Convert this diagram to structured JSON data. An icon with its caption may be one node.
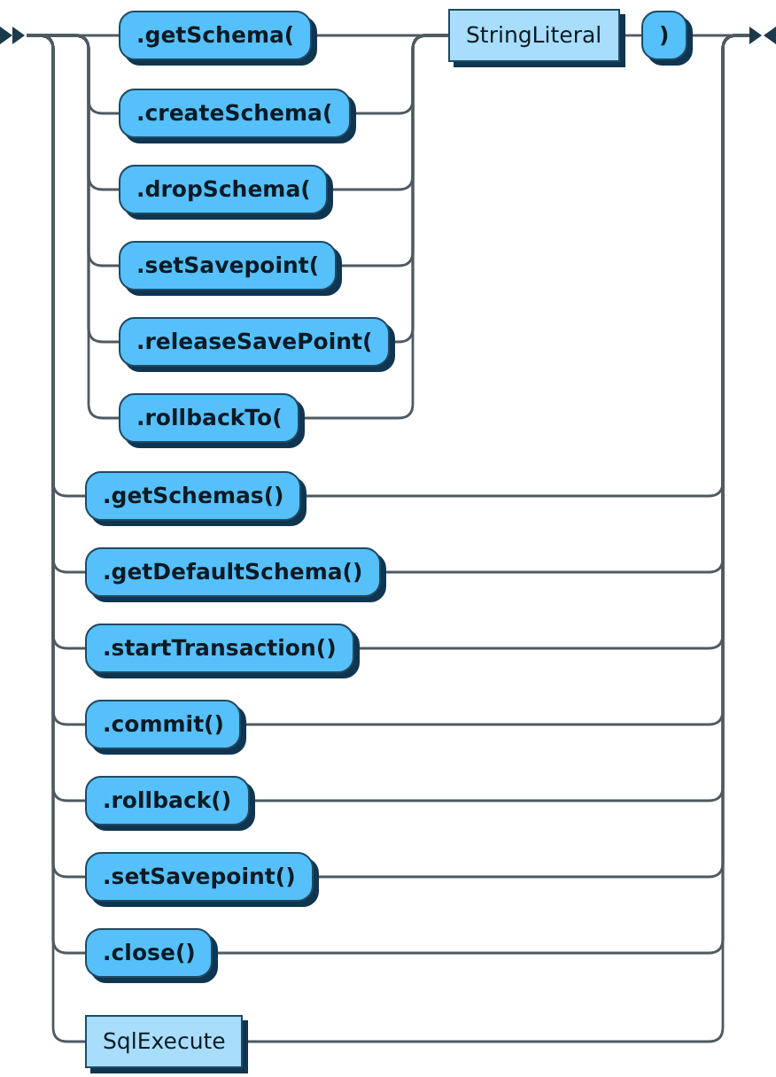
{
  "diagram": {
    "nodes": [
      {
        "text": [],
        "shape": "triangle"
      },
      {
        "text": [
          ".getSchema("
        ]
      },
      {
        "text": [
          ".createSchema("
        ]
      },
      {
        "text": [
          ".dropSchema("
        ]
      },
      {
        "text": [
          ".setSavepoint("
        ]
      },
      {
        "text": [
          ".releaseSavePoint("
        ]
      },
      {
        "text": [
          ".rollbackTo("
        ]
      },
      {
        "text": [
          "StringLiteral"
        ]
      },
      {
        "text": [
          ")"
        ]
      },
      {
        "text": [
          ".getSchemas()"
        ]
      },
      {
        "text": [
          ".getDefaultSchema()"
        ]
      },
      {
        "text": [
          ".startTransaction()"
        ]
      },
      {
        "text": [
          ".commit()"
        ]
      },
      {
        "text": [
          ".rollback()"
        ]
      },
      {
        "text": [
          ".setSavepoint()"
        ]
      },
      {
        "text": [
          ".close()"
        ]
      },
      {
        "text": [
          "SqlExecute"
        ]
      },
      {
        "text": [],
        "shape": "triangle"
      }
    ],
    "edges": [
      {
        "from": 0,
        "to": 1,
        "arrow": "none"
      },
      {
        "from": 0,
        "to": 2,
        "arrow": "none"
      },
      {
        "from": 0,
        "to": 3,
        "arrow": "none"
      },
      {
        "from": 0,
        "to": 4,
        "arrow": "none"
      },
      {
        "from": 0,
        "to": 5,
        "arrow": "none"
      },
      {
        "from": 0,
        "to": 6,
        "arrow": "none"
      },
      {
        "from": 1,
        "to": 7,
        "arrow": "none"
      },
      {
        "from": 2,
        "to": 7,
        "arrow": "none"
      },
      {
        "from": 3,
        "to": 7,
        "arrow": "none"
      },
      {
        "from": 4,
        "to": 7,
        "arrow": "none"
      },
      {
        "from": 5,
        "to": 7,
        "arrow": "none"
      },
      {
        "from": 6,
        "to": 7,
        "arrow": "none"
      },
      {
        "from": 7,
        "to": 8,
        "arrow": "none"
      },
      {
        "from": 8,
        "to": 17,
        "arrow": "none"
      },
      {
        "from": 0,
        "to": 9,
        "arrow": "none"
      },
      {
        "from": 0,
        "to": 10,
        "arrow": "none"
      },
      {
        "from": 0,
        "to": 11,
        "arrow": "none"
      },
      {
        "from": 0,
        "to": 12,
        "arrow": "none"
      },
      {
        "from": 0,
        "to": 13,
        "arrow": "none"
      },
      {
        "from": 0,
        "to": 14,
        "arrow": "none"
      },
      {
        "from": 0,
        "to": 15,
        "arrow": "none"
      },
      {
        "from": 0,
        "to": 16,
        "arrow": "none"
      },
      {
        "from": 9,
        "to": 17,
        "arrow": "none"
      },
      {
        "from": 10,
        "to": 17,
        "arrow": "none"
      },
      {
        "from": 11,
        "to": 17,
        "arrow": "none"
      },
      {
        "from": 12,
        "to": 17,
        "arrow": "none"
      },
      {
        "from": 13,
        "to": 17,
        "arrow": "none"
      },
      {
        "from": 14,
        "to": 17,
        "arrow": "none"
      },
      {
        "from": 15,
        "to": 17,
        "arrow": "none"
      },
      {
        "from": 16,
        "to": 17,
        "arrow": "none"
      }
    ]
  }
}
